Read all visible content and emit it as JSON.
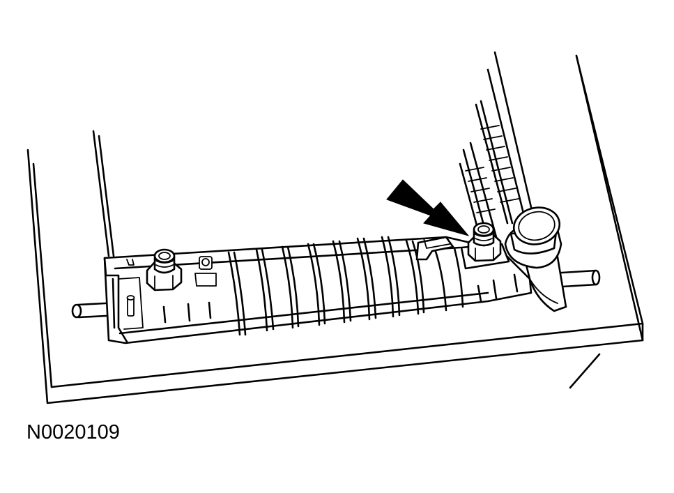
{
  "figure": {
    "id": "N0020109"
  },
  "callout": {
    "type": "arrow",
    "color": "#000000",
    "points_to": "radiator-drain-fitting"
  }
}
